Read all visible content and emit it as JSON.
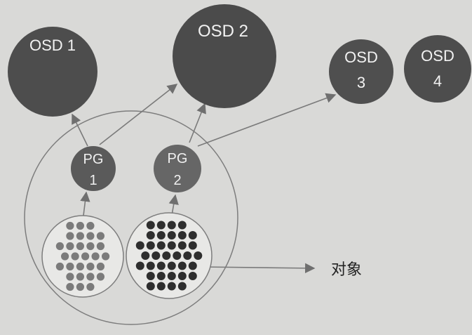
{
  "osds": [
    {
      "id": "osd-1",
      "lines": [
        "OSD 1"
      ],
      "fill": "#4d4d4d"
    },
    {
      "id": "osd-2",
      "lines": [
        "OSD 2"
      ],
      "fill": "#4b4b4b"
    },
    {
      "id": "osd-3",
      "lines": [
        "OSD",
        "3"
      ],
      "fill": "#4f4f4f"
    },
    {
      "id": "osd-4",
      "lines": [
        "OSD",
        "4"
      ],
      "fill": "#4d4d4d"
    }
  ],
  "pgs": [
    {
      "id": "pg-1",
      "lines": [
        "PG",
        "1"
      ],
      "fill": "#5a5a5a"
    },
    {
      "id": "pg-2",
      "lines": [
        "PG",
        "2"
      ],
      "fill": "#666666"
    }
  ],
  "pools": [
    {
      "id": "object-pool-1",
      "dot_color": "#7b7b7b"
    },
    {
      "id": "object-pool-2",
      "dot_color": "#2e2e2e"
    }
  ],
  "object_label": "对象",
  "colors": {
    "background": "#d9d9d7",
    "line": "#7a7a7a",
    "circle_fill": "#e8e8e6"
  },
  "mappings": [
    {
      "from": "pg-1",
      "to": "osd-1"
    },
    {
      "from": "pg-1",
      "to": "osd-2"
    },
    {
      "from": "pg-2",
      "to": "osd-2"
    },
    {
      "from": "pg-2",
      "to": "osd-3"
    },
    {
      "from": "object-pool-1",
      "to": "pg-1"
    },
    {
      "from": "object-pool-2",
      "to": "pg-2"
    }
  ]
}
